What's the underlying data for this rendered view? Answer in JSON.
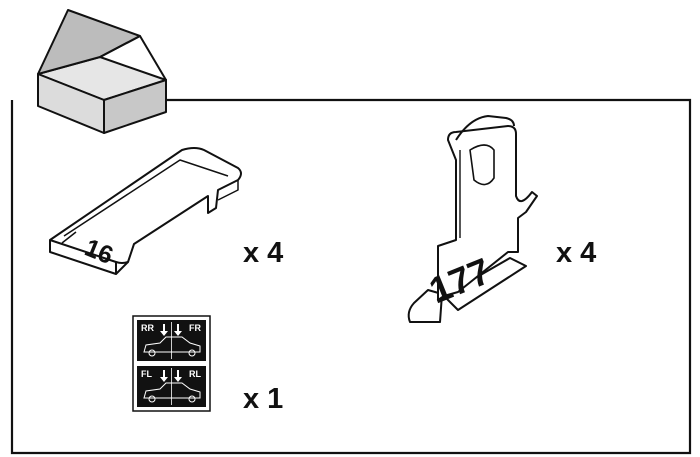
{
  "parts": [
    {
      "number": "16",
      "quantity": "x 4"
    },
    {
      "number": "177",
      "quantity": "x 4"
    }
  ],
  "sticker": {
    "top_labels": [
      "RR",
      "FR"
    ],
    "bottom_labels": [
      "FL",
      "RL"
    ],
    "quantity": "x 1"
  },
  "colors": {
    "ink": "#111111",
    "fill": "#ffffff",
    "sticker_bg": "#111111"
  }
}
